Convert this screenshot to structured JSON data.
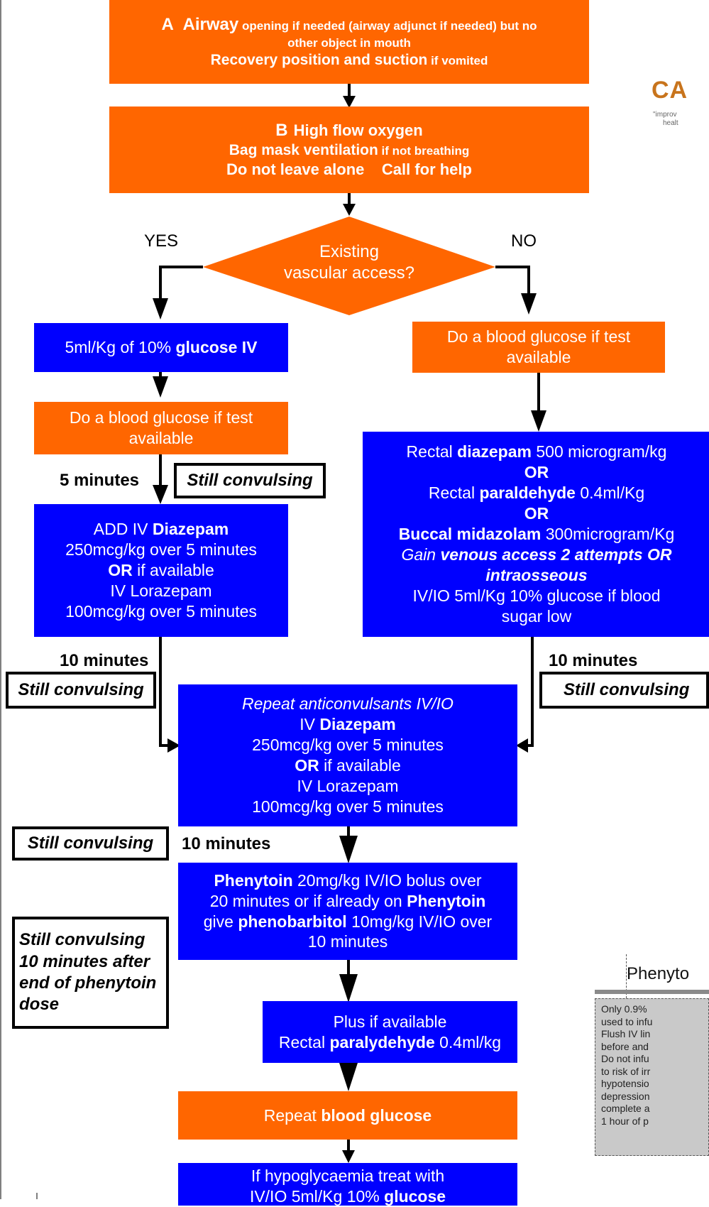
{
  "box_a": {
    "letter": "A",
    "line1_bold": "Airway",
    "line1_rest": " opening if needed (airway adjunct if needed) but no",
    "line2": "other object in mouth",
    "line3_bold": "Recovery position and suction",
    "line3_rest": " if vomited"
  },
  "box_b": {
    "letter": "B",
    "line1": "High flow oxygen",
    "line2_bold": "Bag mask ventilation",
    "line2_rest": " if not breathing",
    "line3": "Do not leave alone    Call for help"
  },
  "decision": {
    "yes": "YES",
    "no": "NO",
    "line1": "Existing",
    "line2": "vascular access?"
  },
  "left_glucose_iv": {
    "pre": "5ml/Kg of 10% ",
    "bold": "glucose IV"
  },
  "left_bg": {
    "line1": "Do a blood glucose if test",
    "line2": "available"
  },
  "right_bg": {
    "line1": "Do a blood glucose if test",
    "line2": "available"
  },
  "right_rectal": {
    "l1_pre": "Rectal ",
    "l1_bold": "diazepam",
    "l1_post": " 500 microgram/kg",
    "or1": "OR",
    "l3_pre": "Rectal ",
    "l3_bold": "paraldehyde",
    "l3_post": " 0.4ml/Kg",
    "or2": "OR",
    "l5_bold": "Buccal midazolam",
    "l5_post": " 300microgram/Kg",
    "l6_it": "Gain ",
    "l6_bi": "venous access 2 attempts  OR",
    "l7_bi": "intraosseous",
    "l8": "IV/IO  5ml/Kg 10% glucose if blood",
    "l9": "sugar low"
  },
  "left_add_iv": {
    "l1_pre": "ADD IV ",
    "l1_bold": "Diazepam",
    "l2": "250mcg/kg over 5 minutes",
    "l3_bold": "OR",
    "l3_post": " if available",
    "l4": "IV Lorazepam",
    "l5": "100mcg/kg over 5 minutes"
  },
  "repeat_box": {
    "l1": "Repeat anticonvulsants IV/IO",
    "l2_pre": "IV ",
    "l2_bold": "Diazepam",
    "l3": "250mcg/kg over 5 minutes",
    "l4_bold": "OR",
    "l4_post": " if available",
    "l5": "IV Lorazepam",
    "l6": "100mcg/kg over 5 minutes"
  },
  "phenytoin_box": {
    "l1_bold": "Phenytoin",
    "l1_post": " 20mg/kg IV/IO bolus over",
    "l2_pre": "20 minutes or if already on ",
    "l2_bold": "Phenytoin",
    "l3_pre": "give ",
    "l3_bold": "phenobarbitol",
    "l3_post": " 10mg/kg IV/IO over",
    "l4": "10 minutes"
  },
  "paralydehyde_box": {
    "l1": "Plus if available",
    "l2_pre": "Rectal ",
    "l2_bold": "paralydehyde",
    "l2_post": " 0.4ml/kg"
  },
  "repeat_bg": {
    "pre": "Repeat ",
    "bold": "blood glucose"
  },
  "hypo_box": {
    "l1": "If hypoglycaemia treat with",
    "l2_pre": "IV/IO 5ml/Kg 10% ",
    "l2_bold": "glucose"
  },
  "timing": {
    "five_min": "5 minutes",
    "ten_min_left": "10 minutes",
    "ten_min_right": "10 minutes",
    "ten_min_mid": "10 minutes"
  },
  "tags": {
    "still1": "Still convulsing",
    "still2": "Still convulsing",
    "still3": "Still convulsing",
    "still4": "Still convulsing",
    "still5_l1": "Still convulsing",
    "still5_l2": "10 minutes after",
    "still5_l3": "end of phenytoin",
    "still5_l4": "dose"
  },
  "logo": {
    "letters": "CA",
    "tagline1": "\"improv",
    "tagline2": "healt"
  },
  "phenytoin_note": {
    "title": "Phenyto",
    "lines": [
      "Only 0.9% ",
      "used to infu",
      "Flush IV lin",
      " before and",
      "Do not infu",
      "to risk of irr",
      "hypotensio",
      "depression",
      "complete a",
      "1 hour of p"
    ]
  },
  "colors": {
    "orange": "#ff6600",
    "blue": "#0000ff",
    "border": "#000000"
  }
}
